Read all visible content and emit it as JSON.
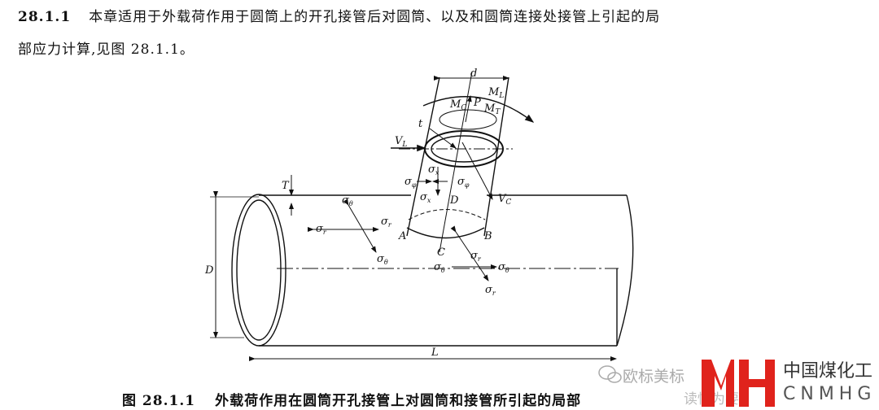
{
  "paragraph": {
    "number": "28.1.1",
    "line1": "本章适用于外载荷作用于圆筒上的开孔接管后对圆筒、以及和圆筒连接处接管上引起的局",
    "line2": "部应力计算,见图 28.1.1。"
  },
  "figure": {
    "labels": {
      "d": "d",
      "ML": "M",
      "ML_sub": "L",
      "MC": "M",
      "MC_sub": "C",
      "P": "P",
      "MT": "M",
      "MT_sub": "T",
      "t": "t",
      "VL": "V",
      "VL_sub": "L",
      "VC": "V",
      "VC_sub": "C",
      "sigma": "σ",
      "sx": "x",
      "sphi": "φ",
      "stheta": "θ",
      "sr": "r",
      "Dn": "D",
      "A": "A",
      "B": "B",
      "C": "C",
      "T": "T",
      "D": "D",
      "L": "L"
    },
    "caption_number": "图 28.1.1",
    "caption": "外载荷作用在圆筒开孔接管上对圆筒和接管所引起的局部"
  },
  "watermark": {
    "account": "欧标美标",
    "sub": "读懂为要",
    "brand_logo": "MH",
    "brand_cn": "中国煤化工",
    "brand_en": "CNMHG",
    "brand_color": "#e0231c"
  }
}
